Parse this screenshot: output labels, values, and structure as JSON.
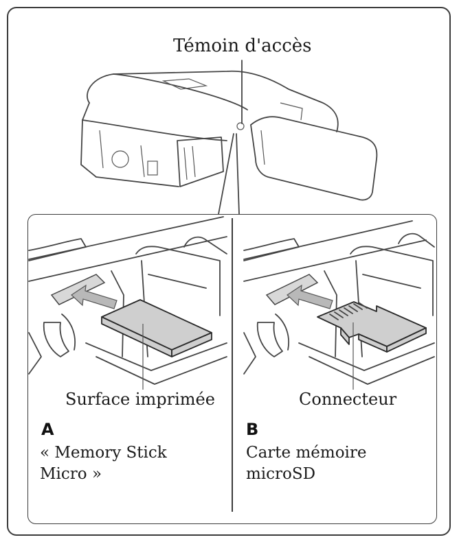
{
  "diagram": {
    "access_indicator_label": "Témoin d'accès",
    "panel_a": {
      "letter": "A",
      "callout_label": "Surface imprimée",
      "description_line1": "« Memory Stick",
      "description_line2": "Micro »"
    },
    "panel_b": {
      "letter": "B",
      "callout_label": "Connecteur",
      "description_line1": "Carte mémoire",
      "description_line2": "microSD"
    }
  }
}
